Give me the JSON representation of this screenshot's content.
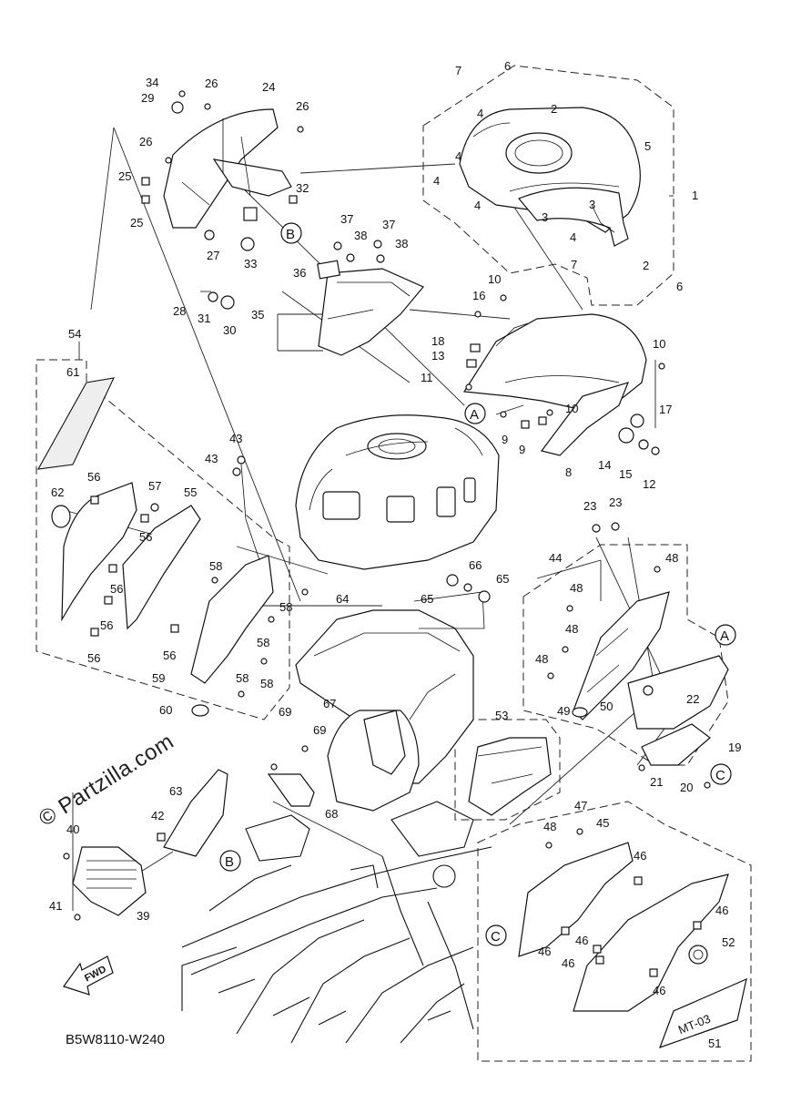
{
  "diagram": {
    "code": "B5W8110-W240",
    "watermark": "© Partzilla.com",
    "fwd_label": "FWD",
    "callouts": {
      "a1": "A",
      "a2": "A",
      "b1": "B",
      "b2": "B",
      "c1": "C",
      "c2": "C"
    },
    "labels": {
      "n1": "1",
      "n2a": "2",
      "n2b": "2",
      "n3a": "3",
      "n3b": "3",
      "n4a": "4",
      "n4b": "4",
      "n4c": "4",
      "n4d": "4",
      "n4e": "4",
      "n5": "5",
      "n6a": "6",
      "n6b": "6",
      "n7a": "7",
      "n7b": "7",
      "n8": "8",
      "n9a": "9",
      "n9b": "9",
      "n10a": "10",
      "n10b": "10",
      "n10c": "10",
      "n11": "11",
      "n12": "12",
      "n13": "13",
      "n14": "14",
      "n15": "15",
      "n16": "16",
      "n17": "17",
      "n18": "18",
      "n19": "19",
      "n20": "20",
      "n21": "21",
      "n22": "22",
      "n23a": "23",
      "n23b": "23",
      "n24": "24",
      "n25a": "25",
      "n25b": "25",
      "n26a": "26",
      "n26b": "26",
      "n26c": "26",
      "n27": "27",
      "n28": "28",
      "n29": "29",
      "n30": "30",
      "n31": "31",
      "n32": "32",
      "n33": "33",
      "n34": "34",
      "n35": "35",
      "n36": "36",
      "n37a": "37",
      "n37b": "37",
      "n38a": "38",
      "n38b": "38",
      "n39": "39",
      "n40": "40",
      "n41": "41",
      "n42": "42",
      "n43a": "43",
      "n43b": "43",
      "n44": "44",
      "n45": "45",
      "n46a": "46",
      "n46b": "46",
      "n46c": "46",
      "n46d": "46",
      "n46e": "46",
      "n46f": "46",
      "n47": "47",
      "n48a": "48",
      "n48b": "48",
      "n48c": "48",
      "n48d": "48",
      "n48e": "48",
      "n49": "49",
      "n50": "50",
      "n51": "51",
      "n52": "52",
      "n53": "53",
      "n54": "54",
      "n55": "55",
      "n56a": "56",
      "n56b": "56",
      "n56c": "56",
      "n56d": "56",
      "n56e": "56",
      "n56f": "56",
      "n57": "57",
      "n58a": "58",
      "n58b": "58",
      "n58c": "58",
      "n58d": "58",
      "n59": "59",
      "n60": "60",
      "n61": "61",
      "n62": "62",
      "n63": "63",
      "n64": "64",
      "n65a": "65",
      "n65b": "65",
      "n66": "66",
      "n67": "67",
      "n68": "68",
      "n69a": "69",
      "n69b": "69"
    },
    "decal_text": "MT-03",
    "colors": {
      "ink": "#111111",
      "paper": "#ffffff"
    }
  }
}
